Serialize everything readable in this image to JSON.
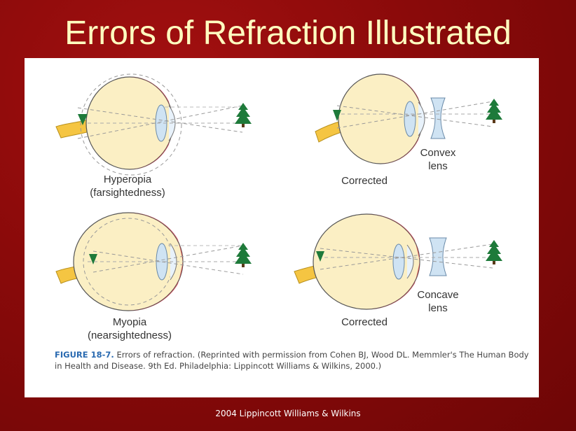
{
  "slide": {
    "title": "Errors of Refraction Illustrated",
    "footer": "2004 Lippincott Williams & Wilkins"
  },
  "figure": {
    "labels": {
      "hyperopia_1": "Hyperopia",
      "hyperopia_2": "(farsightedness)",
      "corrected_top": "Corrected",
      "convex_1": "Convex",
      "convex_2": "lens",
      "myopia_1": "Myopia",
      "myopia_2": "(nearsightedness)",
      "corrected_bottom": "Corrected",
      "concave_1": "Concave",
      "concave_2": "lens"
    },
    "caption_number": "FIGURE 18-7.",
    "caption_text": "Errors of refraction. (Reprinted with permission from Cohen BJ, Wood DL. Memmler's The Human Body in Health and Disease. 9th Ed. Philadelphia: Lippincott Williams & Wilkins, 2000.)"
  },
  "colors": {
    "background": "#8a0a0a",
    "title": "#ffffc0",
    "eye_fill": "#fbefc4",
    "sclera": "#c92a3a",
    "optic_nerve": "#f5c542",
    "lens": "#cfe3f3",
    "tree": "#1e7a3a",
    "caption_accent": "#2a6ab0"
  }
}
